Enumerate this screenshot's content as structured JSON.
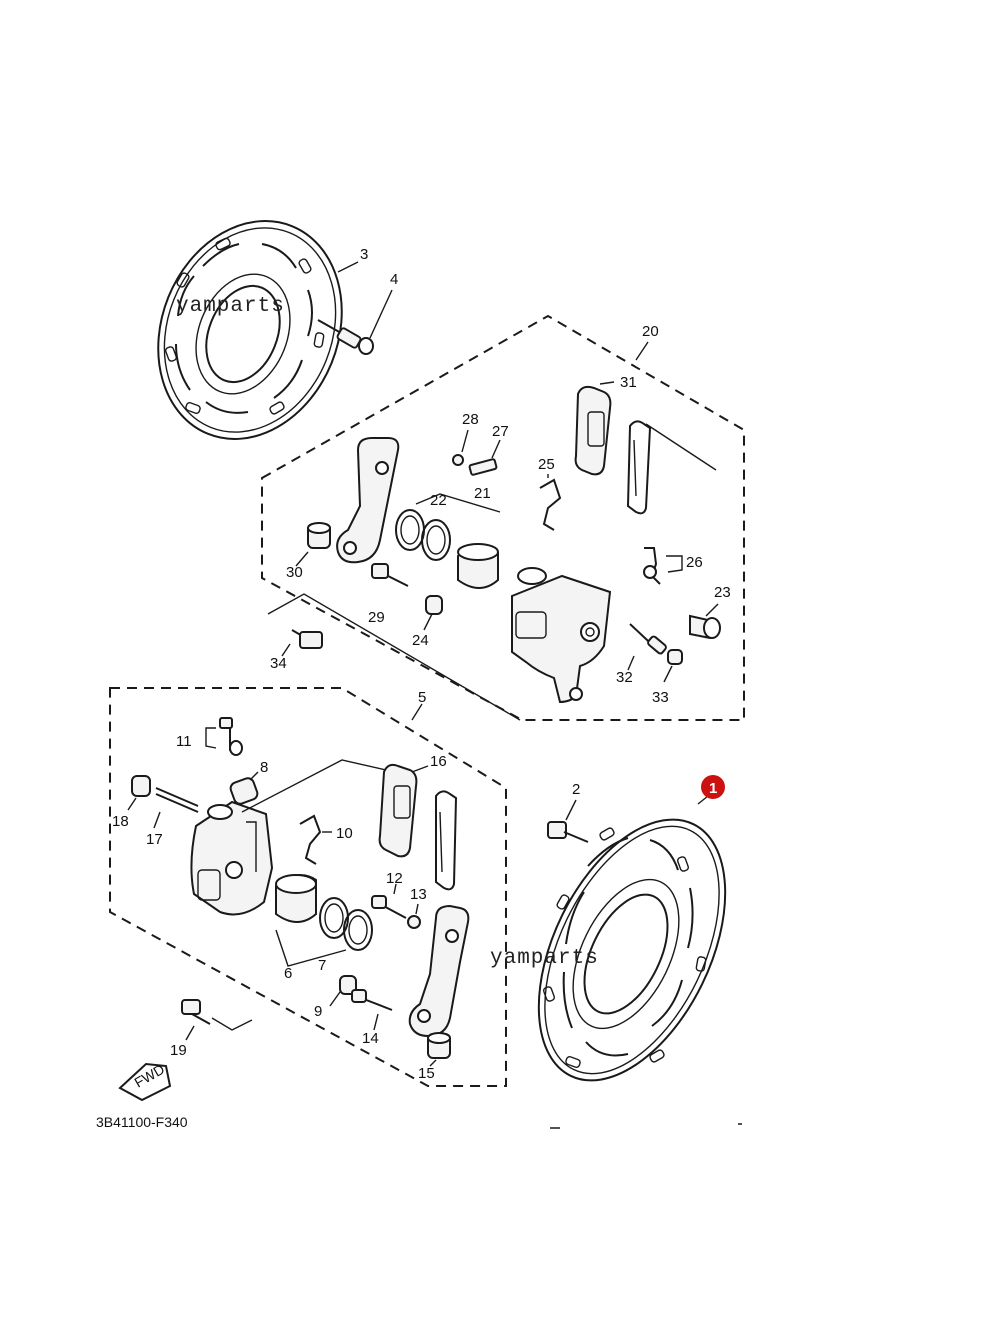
{
  "watermark": "yamparts",
  "diagram_code": "3B41100-F340",
  "fwd_label": "FWD",
  "highlight_badge": "1",
  "colors": {
    "line": "#1a1a1a",
    "badge": "#cc1111",
    "background": "#ffffff"
  },
  "labels": {
    "p2": "2",
    "p3": "3",
    "p4": "4",
    "p5": "5",
    "p6": "6",
    "p7": "7",
    "p8": "8",
    "p9": "9",
    "p10": "10",
    "p11": "11",
    "p12": "12",
    "p13": "13",
    "p14": "14",
    "p15": "15",
    "p16": "16",
    "p17": "17",
    "p18": "18",
    "p19": "19",
    "p20": "20",
    "p21": "21",
    "p22": "22",
    "p23": "23",
    "p24": "24",
    "p25": "25",
    "p26": "26",
    "p27": "27",
    "p28": "28",
    "p29": "29",
    "p30": "30",
    "p31": "31",
    "p32": "32",
    "p33": "33",
    "p34": "34"
  }
}
